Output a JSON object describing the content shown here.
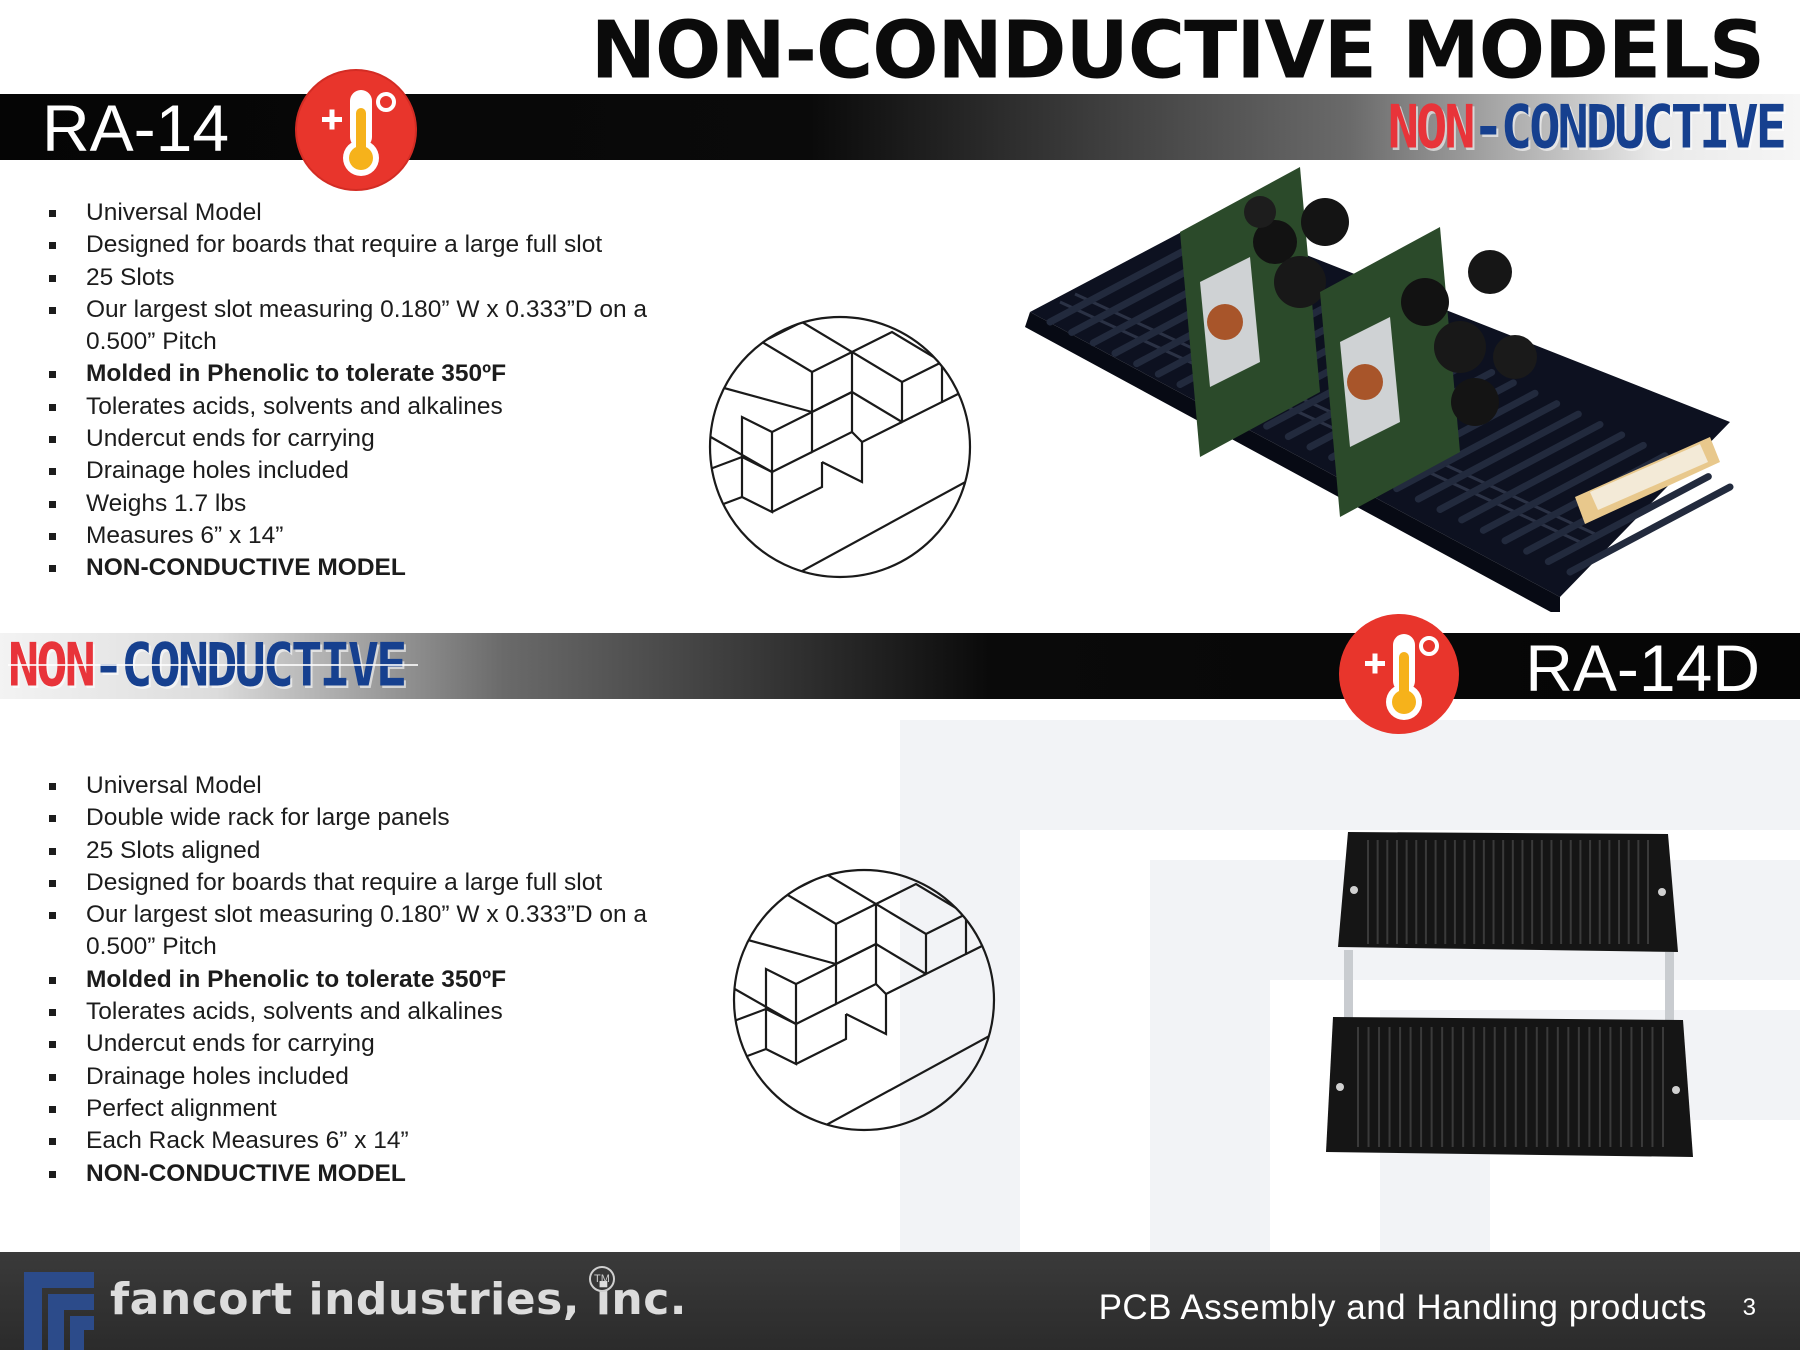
{
  "page_title": "NON-CONDUCTIVE MODELS",
  "non_conductive_logo": {
    "non": "NON",
    "dash": "-",
    "conductive": "CONDUCTIVE"
  },
  "sections": [
    {
      "model": "RA-14",
      "bullets": [
        {
          "text": "Universal Model",
          "bold": false
        },
        {
          "text": "Designed for boards that require a large full slot",
          "bold": false
        },
        {
          "text": "25 Slots",
          "bold": false
        },
        {
          "text": "Our largest slot measuring 0.180” W x 0.333”D on a 0.500” Pitch",
          "bold": false
        },
        {
          "text": "Molded in Phenolic to tolerate 350ºF",
          "bold": true
        },
        {
          "text": "Tolerates acids, solvents and alkalines",
          "bold": false
        },
        {
          "text": "Undercut ends for carrying",
          "bold": false
        },
        {
          "text": "Drainage holes included",
          "bold": false
        },
        {
          "text": "Weighs 1.7 lbs",
          "bold": false
        },
        {
          "text": "Measures 6” x 14”",
          "bold": false
        },
        {
          "text": "NON-CONDUCTIVE MODEL",
          "bold": true
        }
      ]
    },
    {
      "model": "RA-14D",
      "bullets": [
        {
          "text": "Universal Model",
          "bold": false
        },
        {
          "text": "Double wide rack for large panels",
          "bold": false
        },
        {
          "text": "25 Slots aligned",
          "bold": false
        },
        {
          "text": "Designed for boards that require a large full slot",
          "bold": false
        },
        {
          "text": "Our largest slot measuring 0.180” W x 0.333”D on a 0.500” Pitch",
          "bold": false
        },
        {
          "text": "Molded in Phenolic to tolerate 350ºF",
          "bold": true
        },
        {
          "text": "Tolerates acids, solvents and alkalines",
          "bold": false
        },
        {
          "text": "Undercut ends for carrying",
          "bold": false
        },
        {
          "text": "Drainage holes included",
          "bold": false
        },
        {
          "text": "Perfect alignment",
          "bold": false
        },
        {
          "text": "Each Rack Measures 6” x 14”",
          "bold": false
        },
        {
          "text": "NON-CONDUCTIVE MODEL",
          "bold": true
        }
      ]
    }
  ],
  "footer": {
    "brand": "fancort industries, inc.",
    "trademark": "TM",
    "tagline": "PCB Assembly and Handling products",
    "page_number": "3"
  },
  "icons": {
    "temperature": "thermometer-heat-icon",
    "logo": "fancort-f-logo-icon"
  },
  "colors": {
    "non_red": "#e8343a",
    "conductive_blue": "#16408f",
    "icon_red": "#e8352c",
    "icon_yellow": "#f6b21b",
    "band_black": "#050505",
    "footer_gray": "#2f2f2f"
  }
}
